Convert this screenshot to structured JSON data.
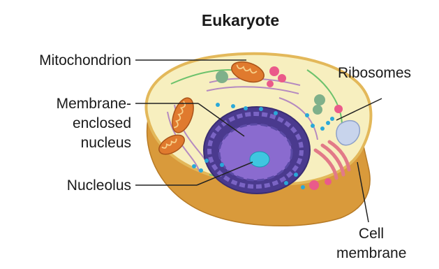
{
  "title": "Eukaryote",
  "labels": {
    "mitochondrion": "Mitochondrion",
    "ribosomes": "Ribosomes",
    "nucleus_line1": "Membrane-",
    "nucleus_line2": "enclosed",
    "nucleus_line3": "nucleus",
    "nucleolus": "Nucleolus",
    "cell_membrane_line1": "Cell",
    "cell_membrane_line2": "membrane"
  },
  "colors": {
    "cytoplasm": "#f7efbf",
    "cell_edge": "#e3b85a",
    "cell_base": "#d99a3b",
    "nucleus": "#5b4aa6",
    "nucleus_inner": "#8a6bcf",
    "nucleolus": "#3fc6e0",
    "mitochondria": "#e07a2e",
    "golgi": "#f2a0a8",
    "ribosome": "#2aa8d8",
    "vesicle_pink": "#ea5a8a",
    "vesicle_green": "#7fb08a",
    "leader_line": "#222222"
  }
}
